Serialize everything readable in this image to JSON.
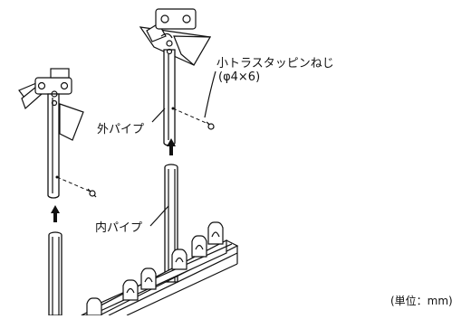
{
  "labels": {
    "screw_line1": "小トラスタッピンねじ",
    "screw_line2": "(φ4×6)",
    "outer_pipe": "外パイプ",
    "inner_pipe": "内パイプ",
    "unit": "(単位：mm)"
  }
}
